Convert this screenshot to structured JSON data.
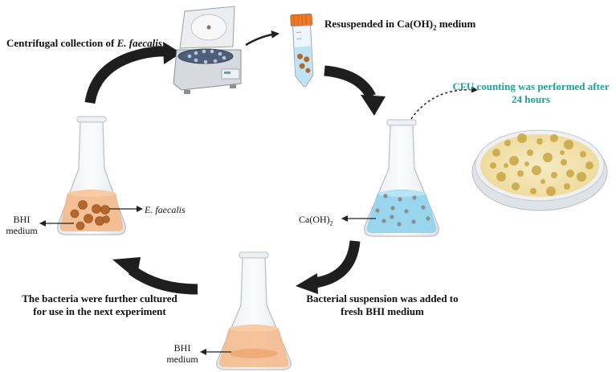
{
  "steps": {
    "centrifuge_caption": "Centrifugal collection of ",
    "centrifuge_species": "E. faecalis",
    "resuspend_prefix": "Resuspended in Ca(OH)",
    "resuspend_sub": "2",
    "resuspend_suffix": " medium",
    "cfu_line1": "CFU counting was performed after",
    "cfu_line2": "24 hours",
    "suspension_line1": "Bacterial suspension was added to",
    "suspension_line2": "fresh BHI medium",
    "further_line1": "The bacteria were further cultured",
    "further_line2": "for use in the next experiment"
  },
  "flask_left": {
    "medium_line1": "BHI",
    "medium_line2": "medium",
    "species": "E. faecalis"
  },
  "flask_right": {
    "label_prefix": "Ca(OH)",
    "label_sub": "2"
  },
  "flask_bottom": {
    "medium_line1": "BHI",
    "medium_line2": "medium"
  },
  "colors": {
    "arrow": "#1e1e1e",
    "accent_teal": "#1aa39a",
    "bhi_medium": "#f4b98a",
    "caoh2_medium": "#8fd3ec",
    "colony": "#c9a94a",
    "bacteria": "#b5672a"
  }
}
